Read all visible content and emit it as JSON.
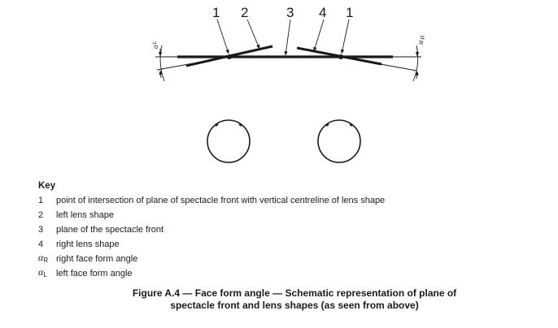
{
  "diagram": {
    "callouts": [
      {
        "label": "1",
        "target": "left intersection point"
      },
      {
        "label": "2",
        "target": "left lens shape"
      },
      {
        "label": "3",
        "target": "plane of spectacle front"
      },
      {
        "label": "4",
        "target": "right lens shape"
      },
      {
        "label": "1",
        "target": "right intersection point"
      }
    ],
    "angle_left": {
      "symbol": "α",
      "subscript": "L"
    },
    "angle_right": {
      "symbol": "α",
      "subscript": "R"
    },
    "line_color": "#1a1a1a"
  },
  "key": {
    "title": "Key",
    "items": [
      {
        "symbol": "1",
        "text": "point of intersection of plane of spectacle front with vertical centreline of lens shape"
      },
      {
        "symbol": "2",
        "text": "left lens shape"
      },
      {
        "symbol": "3",
        "text": "plane of the spectacle front"
      },
      {
        "symbol": "4",
        "text": "right lens shape"
      },
      {
        "symbol": "α",
        "subscript": "R",
        "text": "right face form angle"
      },
      {
        "symbol": "α",
        "subscript": "L",
        "text": "left face form angle"
      }
    ]
  },
  "caption": {
    "line1": "Figure A.4 — Face form angle — Schematic representation of plane of",
    "line2": "spectacle front and lens shapes (as seen from above)"
  }
}
